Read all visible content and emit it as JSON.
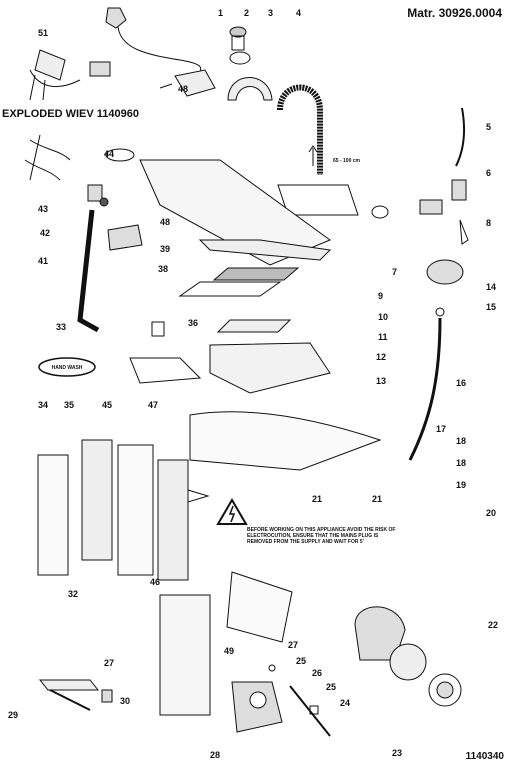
{
  "header": {
    "matr": "Matr. 30926.0004",
    "exploded_view": "EXPLODED WIEV 1140960",
    "figure_number": "1140340"
  },
  "labels": {
    "hand_wash": "HAND WASH",
    "height_range": "65 - 100 cm",
    "warning": "BEFORE WORKING ON THIS APPLIANCE AVOID THE RISK OF ELECTROCUTION, ENSURE THAT THE MAINS PLUG IS REMOVED FROM THE SUPPLY AND WAIT FOR 5'"
  },
  "part_numbers": [
    {
      "id": "p1",
      "text": "1"
    },
    {
      "id": "p2",
      "text": "2"
    },
    {
      "id": "p3",
      "text": "3"
    },
    {
      "id": "p4",
      "text": "4"
    },
    {
      "id": "p5",
      "text": "5"
    },
    {
      "id": "p6",
      "text": "6"
    },
    {
      "id": "p7",
      "text": "7"
    },
    {
      "id": "p8",
      "text": "8"
    },
    {
      "id": "p9",
      "text": "9"
    },
    {
      "id": "p10",
      "text": "10"
    },
    {
      "id": "p11",
      "text": "11"
    },
    {
      "id": "p12",
      "text": "12"
    },
    {
      "id": "p13",
      "text": "13"
    },
    {
      "id": "p14",
      "text": "14"
    },
    {
      "id": "p15",
      "text": "15"
    },
    {
      "id": "p16",
      "text": "16"
    },
    {
      "id": "p17",
      "text": "17"
    },
    {
      "id": "p18a",
      "text": "18"
    },
    {
      "id": "p18b",
      "text": "18"
    },
    {
      "id": "p19",
      "text": "19"
    },
    {
      "id": "p20",
      "text": "20"
    },
    {
      "id": "p21a",
      "text": "21"
    },
    {
      "id": "p21b",
      "text": "21"
    },
    {
      "id": "p22",
      "text": "22"
    },
    {
      "id": "p23",
      "text": "23"
    },
    {
      "id": "p24",
      "text": "24"
    },
    {
      "id": "p25a",
      "text": "25"
    },
    {
      "id": "p25b",
      "text": "25"
    },
    {
      "id": "p26",
      "text": "26"
    },
    {
      "id": "p27a",
      "text": "27"
    },
    {
      "id": "p27b",
      "text": "27"
    },
    {
      "id": "p28",
      "text": "28"
    },
    {
      "id": "p29",
      "text": "29"
    },
    {
      "id": "p30",
      "text": "30"
    },
    {
      "id": "p32",
      "text": "32"
    },
    {
      "id": "p33",
      "text": "33"
    },
    {
      "id": "p34",
      "text": "34"
    },
    {
      "id": "p35",
      "text": "35"
    },
    {
      "id": "p36",
      "text": "36"
    },
    {
      "id": "p38",
      "text": "38"
    },
    {
      "id": "p39",
      "text": "39"
    },
    {
      "id": "p41",
      "text": "41"
    },
    {
      "id": "p42",
      "text": "42"
    },
    {
      "id": "p43",
      "text": "43"
    },
    {
      "id": "p44",
      "text": "44"
    },
    {
      "id": "p45",
      "text": "45"
    },
    {
      "id": "p46",
      "text": "46"
    },
    {
      "id": "p47",
      "text": "47"
    },
    {
      "id": "p48a",
      "text": "48"
    },
    {
      "id": "p48b",
      "text": "48"
    },
    {
      "id": "p49",
      "text": "49"
    },
    {
      "id": "p51",
      "text": "51"
    }
  ]
}
